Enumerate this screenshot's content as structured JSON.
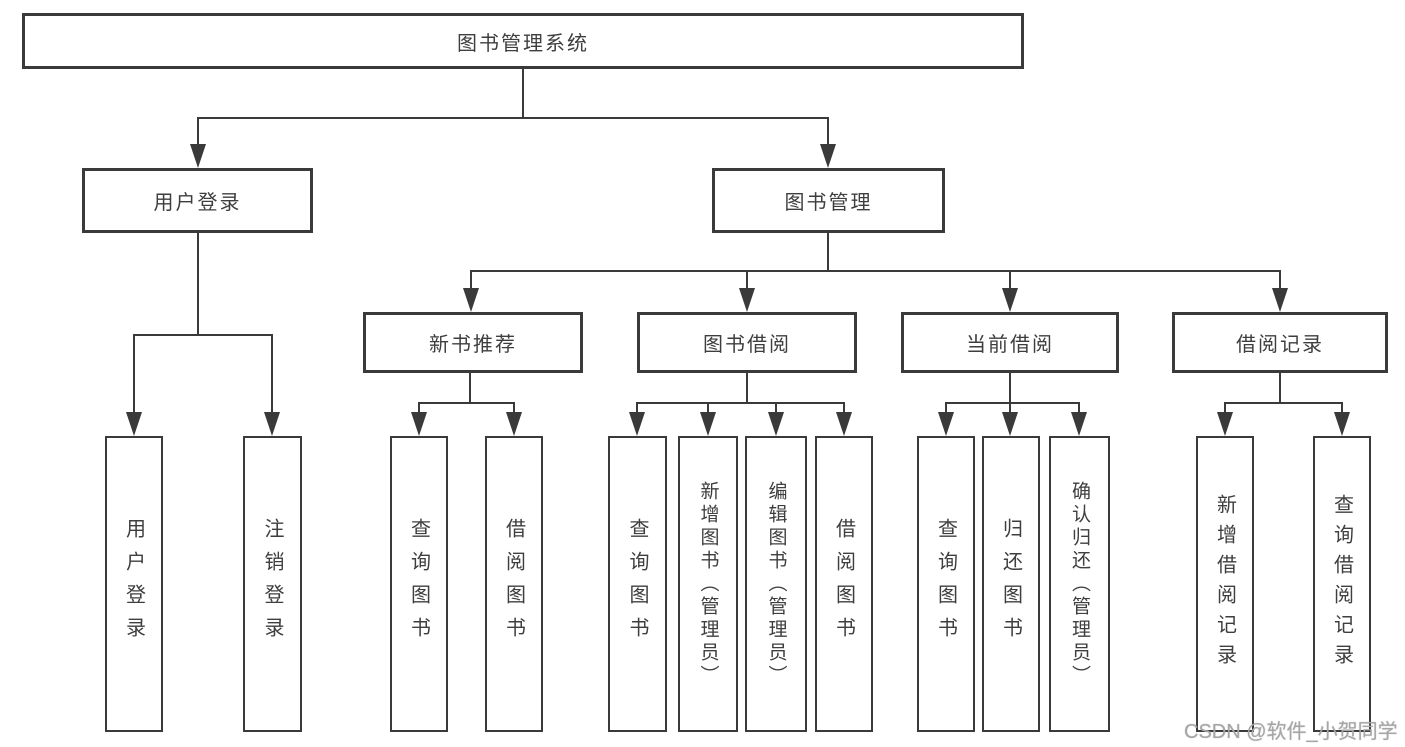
{
  "diagram": {
    "root": {
      "label": "图书管理系统"
    },
    "level2": [
      {
        "label": "用户登录"
      },
      {
        "label": "图书管理"
      }
    ],
    "level3": [
      {
        "label": "新书推荐"
      },
      {
        "label": "图书借阅"
      },
      {
        "label": "当前借阅"
      },
      {
        "label": "借阅记录"
      }
    ],
    "leaves": {
      "userLogin": [
        "用户登录",
        "注销登录"
      ],
      "newBookRecommend": [
        "查询图书",
        "借阅图书"
      ],
      "bookBorrowing": [
        "查询图书",
        "新增图书（管理员）",
        "编辑图书（管理员）",
        "借阅图书"
      ],
      "currentBorrowing": [
        "查询图书",
        "归还图书",
        "确认归还（管理员）"
      ],
      "borrowingRecords": [
        "新增借阅记录",
        "查询借阅记录"
      ]
    },
    "colors": {
      "line": "#3a3a3a",
      "text": "#3e3e3e",
      "box_background": "#ffffff",
      "page_background": "#ffffff",
      "watermark": "#a6a6a6"
    }
  },
  "watermark": {
    "text": "CSDN @软件_小贺同学"
  }
}
